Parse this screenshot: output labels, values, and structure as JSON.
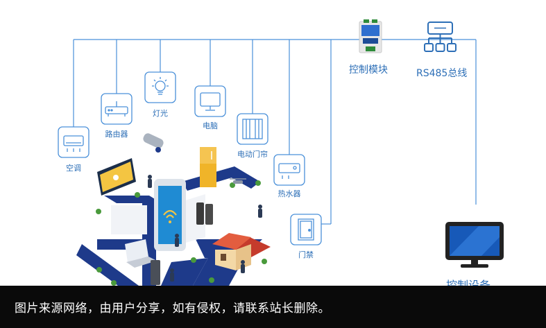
{
  "header": {
    "control_module": "控制模块",
    "bus": "RS485总线"
  },
  "devices": [
    {
      "label": "空调",
      "icon": "air-conditioner"
    },
    {
      "label": "路由器",
      "icon": "router"
    },
    {
      "label": "灯光",
      "icon": "light-bulb"
    },
    {
      "label": "电脑",
      "icon": "monitor"
    },
    {
      "label": "电动门帘",
      "icon": "curtain"
    },
    {
      "label": "热水器",
      "icon": "water-heater"
    },
    {
      "label": "门禁",
      "icon": "door"
    }
  ],
  "control_device": {
    "label": "控制设备"
  },
  "notice": "图片来源网络，由用户分享，如有侵权，请联系站长删除。",
  "colors": {
    "accent": "#2d6fb7",
    "wire": "#4a90d9",
    "banner": "#0a0a0a",
    "road": "#1e3a8a"
  }
}
